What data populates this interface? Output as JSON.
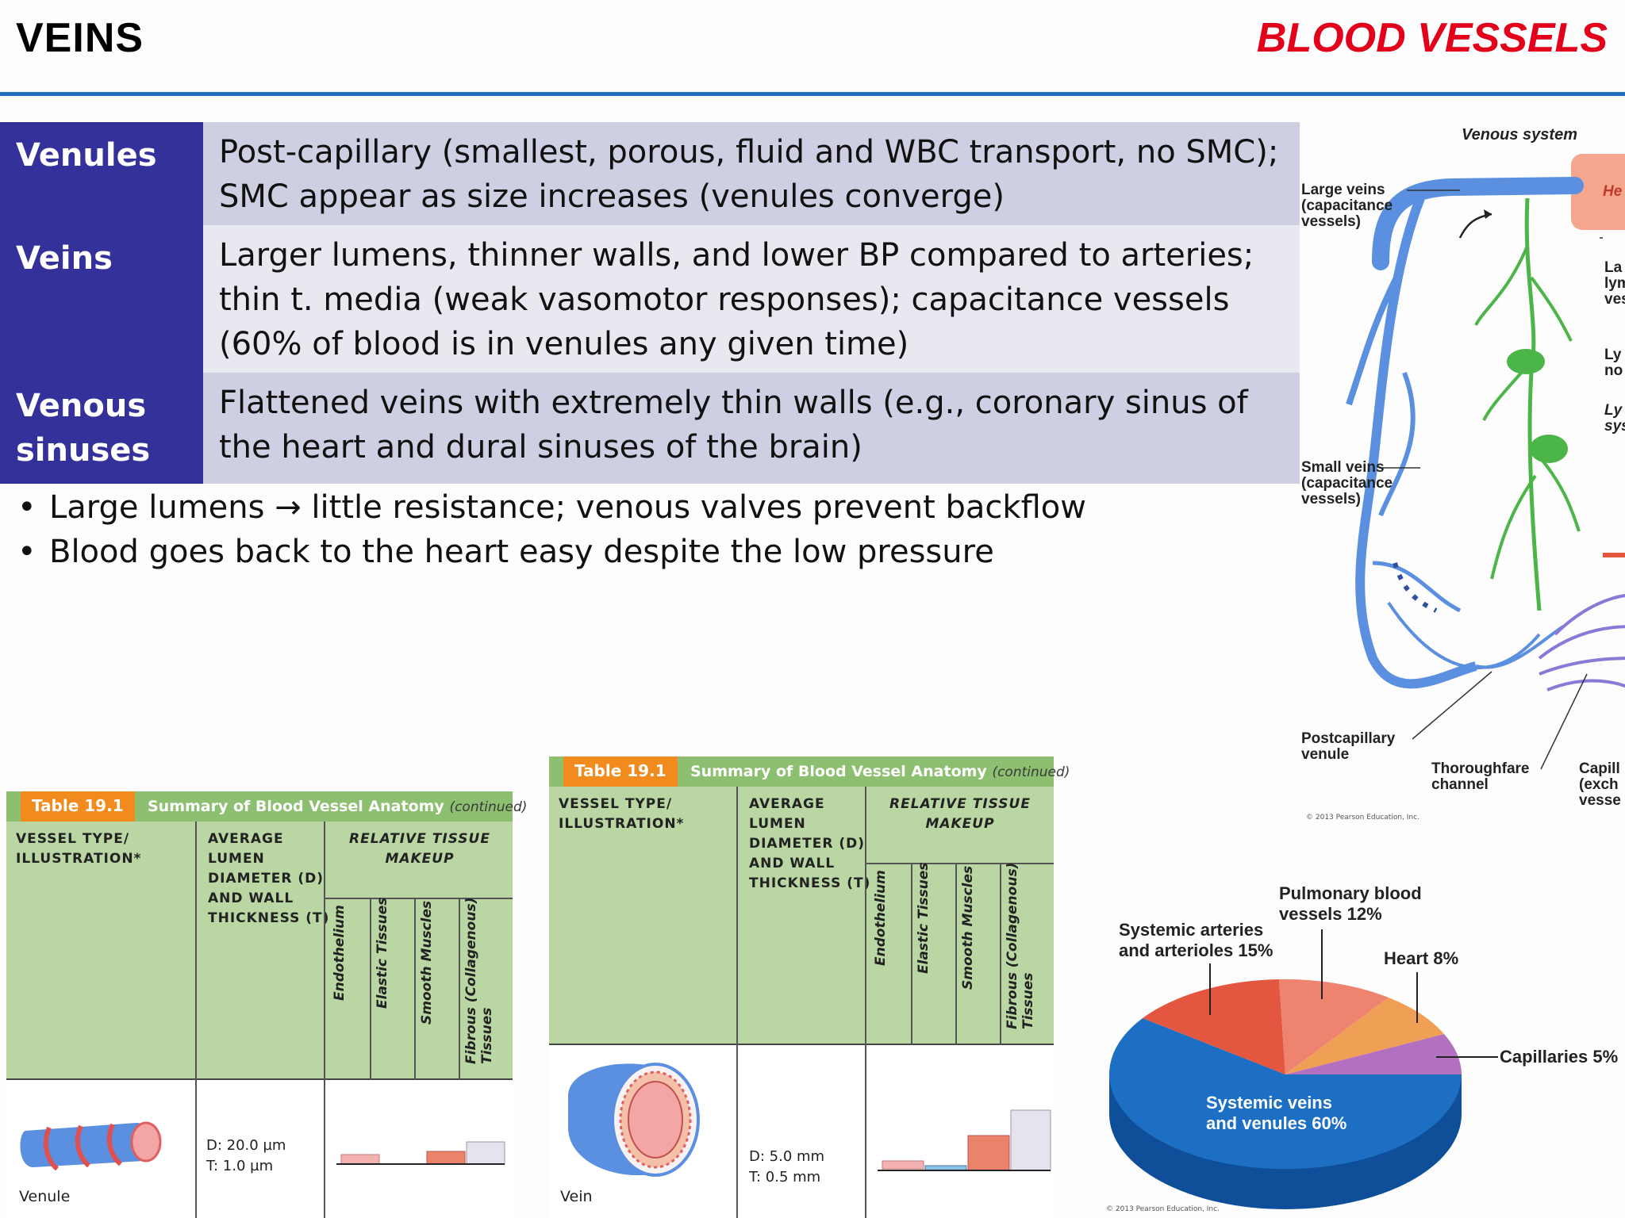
{
  "header": {
    "left_title": "VEINS",
    "right_title": "BLOOD VESSELS"
  },
  "definitions": [
    {
      "term": "Venules",
      "description": "Post-capillary (smallest, porous, fluid and WBC transport, no SMC); SMC appear as size increases (venules converge)"
    },
    {
      "term": "Veins",
      "description": "Larger lumens, thinner walls, and lower BP compared to arteries; thin t. media (weak vasomotor responses); capacitance vessels (60% of blood is in venules any given time)"
    },
    {
      "term": "Venous sinuses",
      "description": "Flattened veins with extremely thin walls (e.g., coronary sinus of the heart and dural sinuses of the brain)"
    }
  ],
  "bullets": [
    "Large lumens → little resistance; venous valves prevent backflow",
    "Blood goes back to the heart easy despite the low pressure"
  ],
  "diagram": {
    "title": "Venous system",
    "labels": {
      "large_veins": "Large veins\n(capacitance\nvessels)",
      "small_veins": "Small veins\n(capacitance\nvessels)",
      "postcapillary": "Postcapillary\nvenule",
      "thoroughfare": "Thoroughfare\nchannel",
      "capill": "Capill\n(exch\nvesse",
      "he": "He",
      "la": "La\nlym\nves",
      "ly": "Ly\nno",
      "lys": "Ly\nsys"
    },
    "copyright": "© 2013 Pearson Education, Inc."
  },
  "table_left": {
    "tag": "Table 19.1",
    "title": "Summary of Blood Vessel Anatomy",
    "continued": "(continued)",
    "col1": "VESSEL TYPE/\nILLUSTRATION*",
    "col2": "AVERAGE\nLUMEN\nDIAMETER (D)\nAND WALL\nTHICKNESS (T)",
    "col3": "RELATIVE TISSUE\nMAKEUP",
    "tissues": [
      "Endothelium",
      "Elastic Tissues",
      "Smooth Muscles",
      "Fibrous (Collagenous)\nTissues"
    ],
    "vessel": "Venule",
    "d": "D: 20.0 µm",
    "t": "T: 1.0 µm"
  },
  "table_right": {
    "tag": "Table 19.1",
    "title": "Summary of Blood Vessel Anatomy",
    "continued": "(continued)",
    "col1": "VESSEL TYPE/\nILLUSTRATION*",
    "col2": "AVERAGE\nLUMEN\nDIAMETER (D)\nAND WALL\nTHICKNESS (T)",
    "col3": "RELATIVE TISSUE\nMAKEUP",
    "tissues": [
      "Endothelium",
      "Elastic Tissues",
      "Smooth Muscles",
      "Fibrous (Collagenous)\nTissues"
    ],
    "vessel": "Vein",
    "d": "D: 5.0 mm",
    "t": "T: 0.5 mm"
  },
  "pie": {
    "labels": {
      "systemic_arteries": "Systemic arteries\nand arterioles 15%",
      "pulmonary": "Pulmonary blood\nvessels 12%",
      "heart": "Heart 8%",
      "capillaries": "Capillaries 5%",
      "systemic_veins": "Systemic veins\nand venules 60%"
    },
    "copyright": "© 2013 Pearson Education, Inc.",
    "colors": {
      "veins": "#1d6fc4",
      "arteries": "#e3563f",
      "pulmonary": "#ee8470",
      "heart": "#f0a054",
      "capillaries": "#b36fc0"
    }
  }
}
